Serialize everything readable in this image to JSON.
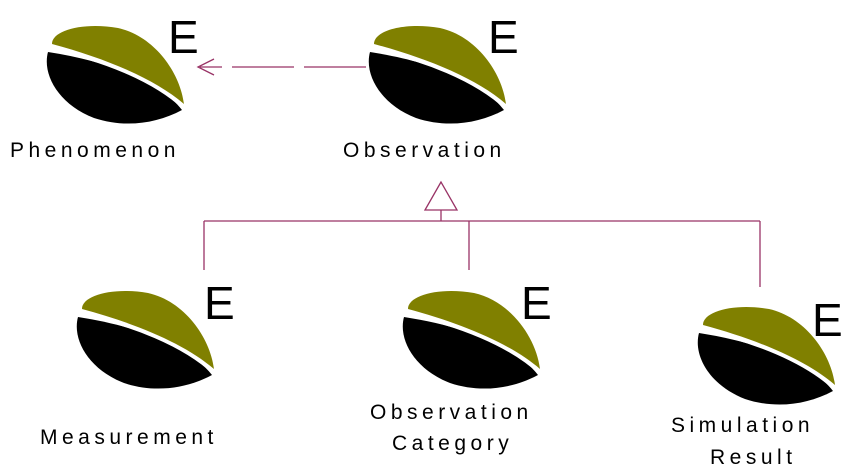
{
  "diagram": {
    "colors": {
      "entity_top": "#808000",
      "entity_bottom": "#000000",
      "separator": "#ffffff",
      "connector": "#993366"
    },
    "entities": [
      {
        "id": "phenomenon",
        "icon": "entity-icon",
        "marker": "E",
        "label": [
          "Phenomenon"
        ]
      },
      {
        "id": "observation",
        "icon": "entity-icon",
        "marker": "E",
        "label": [
          "Observation"
        ]
      },
      {
        "id": "measurement",
        "icon": "entity-icon",
        "marker": "E",
        "label": [
          "Measurement"
        ]
      },
      {
        "id": "observation-category",
        "icon": "entity-icon",
        "marker": "E",
        "label": [
          "Observation",
          "Category"
        ]
      },
      {
        "id": "simulation-result",
        "icon": "entity-icon",
        "marker": "E",
        "label": [
          "Simulation",
          "Result"
        ]
      }
    ],
    "relations": [
      {
        "type": "dependency",
        "style": "dashed-open-arrow",
        "from": "observation",
        "to": "phenomenon"
      },
      {
        "type": "generalization",
        "style": "hollow-triangle",
        "parent": "observation",
        "children": [
          "measurement",
          "observation-category",
          "simulation-result"
        ]
      }
    ]
  }
}
